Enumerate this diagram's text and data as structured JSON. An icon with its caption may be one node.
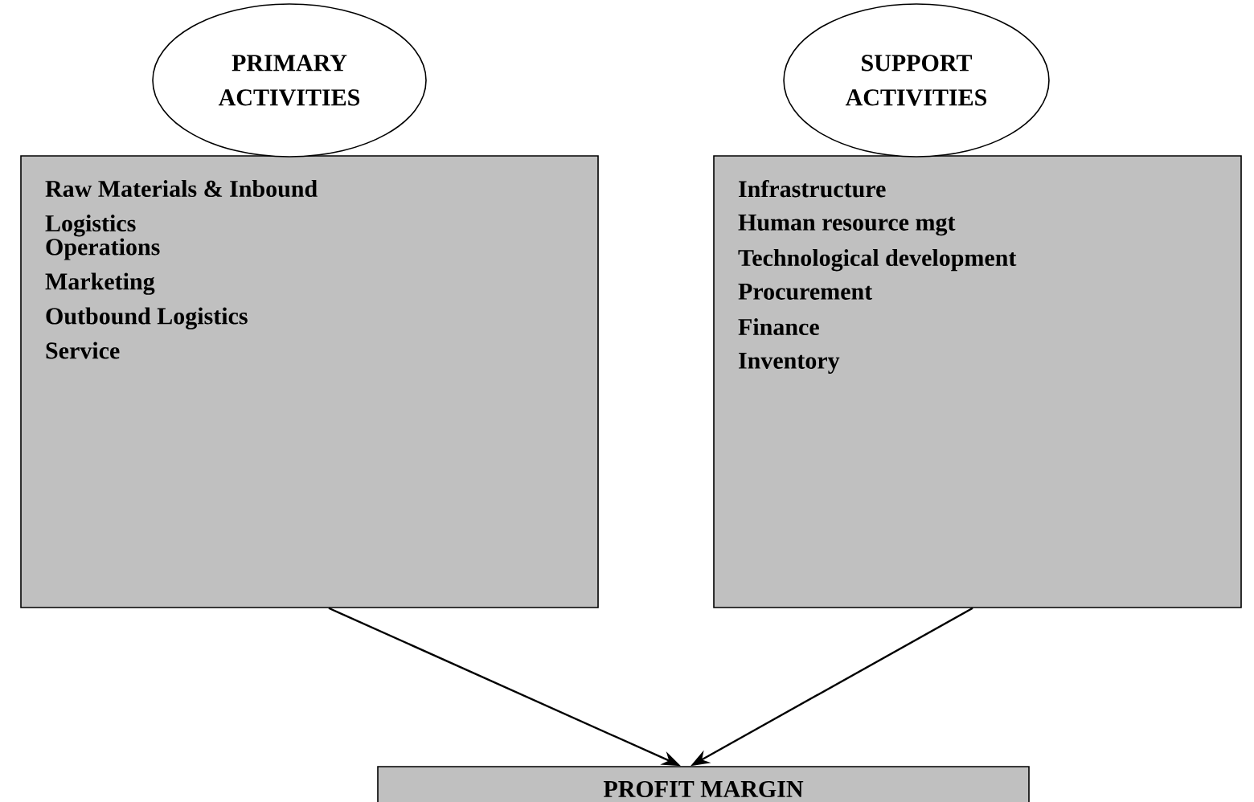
{
  "diagram": {
    "nodes": [
      {
        "text": [
          "PRIMARY ACTIVITIES"
        ]
      },
      {
        "text": [
          "SUPPORT ACTIVITIES"
        ]
      },
      {
        "text": [
          "Raw Materials & Inbound Logistics",
          "Operations",
          "Marketing",
          "Outbound Logistics",
          "Service"
        ]
      },
      {
        "text": [
          "Infrastructure",
          "Human resource mgt",
          "Technological development",
          "Procurement",
          "Finance",
          "Inventory"
        ]
      },
      {
        "text": [
          "PROFIT MARGIN"
        ]
      }
    ],
    "edges": [
      {
        "from": 2,
        "to": 4,
        "arrow": "to"
      },
      {
        "from": 3,
        "to": 4,
        "arrow": "to"
      }
    ]
  }
}
